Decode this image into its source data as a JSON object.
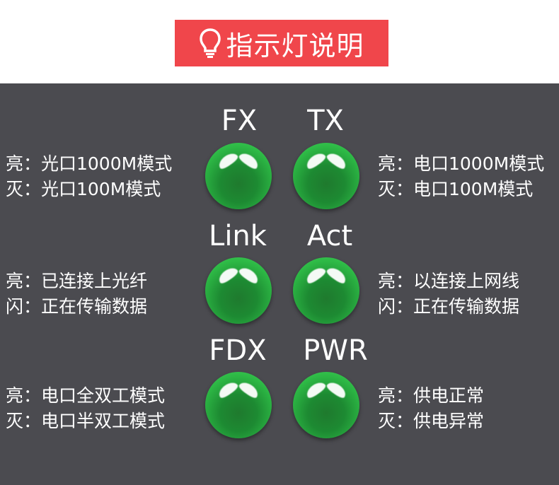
{
  "header": {
    "title": "指示灯说明",
    "icon": "lightbulb-icon",
    "color": "#f0464b"
  },
  "panel": {
    "background": "#4b4b50"
  },
  "indicators": [
    {
      "name": "FX",
      "side": "left",
      "lines": [
        "亮：光口1000M模式",
        "灭：光口100M模式"
      ]
    },
    {
      "name": "TX",
      "side": "right",
      "lines": [
        "亮：电口1000M模式",
        "灭：电口100M模式"
      ]
    },
    {
      "name": "Link",
      "side": "left",
      "lines": [
        "亮：已连接上光纤",
        "闪：正在传输数据"
      ]
    },
    {
      "name": "Act",
      "side": "right",
      "lines": [
        "亮：以连接上网线",
        "闪：正在传输数据"
      ]
    },
    {
      "name": "FDX",
      "side": "left",
      "lines": [
        "亮：电口全双工模式",
        "灭：电口半双工模式"
      ]
    },
    {
      "name": "PWR",
      "side": "right",
      "lines": [
        "亮：供电正常",
        "灭：供电异常"
      ]
    }
  ],
  "led_color": "#2db845"
}
